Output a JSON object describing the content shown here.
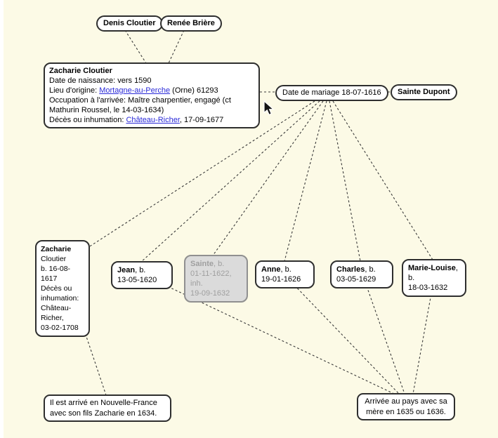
{
  "palette": {
    "background": "#FCFAE6",
    "node_background": "#FFFFFF",
    "node_border": "#2E2E2E",
    "text": "#000000",
    "link_blue": "#2A2AD8",
    "deceased_background": "#DBDBDB",
    "deceased_border": "#909090",
    "deceased_text": "#9F9F9F",
    "connector": "#3A3A3A"
  },
  "parents": [
    {
      "label": "Denis Cloutier"
    },
    {
      "label": "Renée Brière"
    }
  ],
  "main_person": {
    "name": "Zacharie Cloutier",
    "birth_line": "Date de naissance: vers 1590",
    "origin_prefix": "Lieu d'origine: ",
    "origin_link": "Mortagne-au-Perche",
    "origin_suffix": " (Orne) 61293",
    "occupation_line": "Occupation à l'arrivée: Maître charpentier, engagé (ct Mathurin Roussel, le 14-03-1634)",
    "death_prefix": "Décès ou inhumation: ",
    "death_link": "Château-Richer",
    "death_suffix": ", 17-09-1677"
  },
  "marriage": {
    "label": "Date de mariage 18-07-1616"
  },
  "spouse": {
    "label": "Sainte Dupont"
  },
  "children": [
    {
      "name": "Zacharie",
      "lines": [
        "Cloutier",
        "b. 16-08-1617",
        "Décès ou",
        "inhumation:",
        "Château-Richer,",
        "03-02-1708"
      ]
    },
    {
      "name": "Jean",
      "suffix": ", b.",
      "date_line": "13-05-1620"
    },
    {
      "name": "Sainte",
      "suffix": ", b.",
      "date_line": "01-11-1622, inh.",
      "date_line2": "19-09-1632",
      "status": "deceased"
    },
    {
      "name": "Anne",
      "suffix": ", b.",
      "date_line": "19-01-1626"
    },
    {
      "name": "Charles",
      "suffix": ", b.",
      "date_line": "03-05-1629"
    },
    {
      "name": "Marie-Louise",
      "suffix": ", b.",
      "date_line": "18-03-1632"
    }
  ],
  "notes": {
    "father_arrival": "Il est arrivé en Nouvelle-France avec son fils Zacharie en 1634.",
    "children_arrival": "Arrivée au pays avec sa mère en 1635 ou 1636."
  }
}
